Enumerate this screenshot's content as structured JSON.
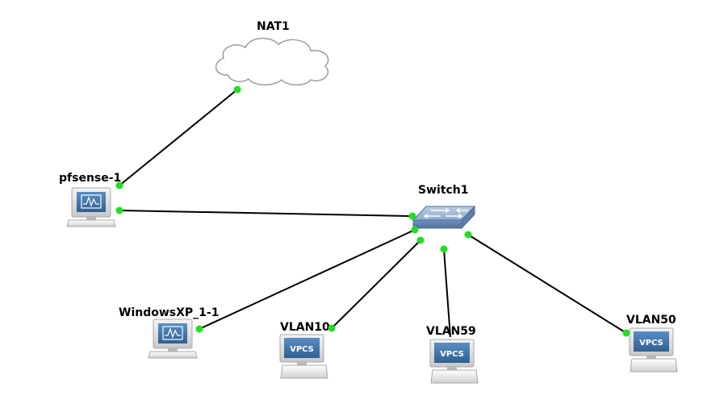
{
  "diagram": {
    "nodes": [
      {
        "id": "nat1",
        "label": "NAT1",
        "type": "cloud",
        "icon": "cloud-icon"
      },
      {
        "id": "pfsense",
        "label": "pfsense-1",
        "type": "qemu-host",
        "icon": "computer-icon"
      },
      {
        "id": "switch1",
        "label": "Switch1",
        "type": "ethernet-switch",
        "icon": "switch-icon"
      },
      {
        "id": "winxp",
        "label": "WindowsXP_1-1",
        "type": "qemu-host",
        "icon": "computer-icon"
      },
      {
        "id": "vlan10",
        "label": "VLAN10",
        "type": "vpcs",
        "icon": "vpcs-icon",
        "badge": "VPCS"
      },
      {
        "id": "vlan59",
        "label": "VLAN59",
        "type": "vpcs",
        "icon": "vpcs-icon",
        "badge": "VPCS"
      },
      {
        "id": "vlan50",
        "label": "VLAN50",
        "type": "vpcs",
        "icon": "vpcs-icon",
        "badge": "VPCS"
      }
    ],
    "links": [
      {
        "from": "nat1",
        "to": "pfsense"
      },
      {
        "from": "pfsense",
        "to": "switch1"
      },
      {
        "from": "switch1",
        "to": "winxp"
      },
      {
        "from": "switch1",
        "to": "vlan10"
      },
      {
        "from": "switch1",
        "to": "vlan59"
      },
      {
        "from": "switch1",
        "to": "vlan50"
      }
    ],
    "colors": {
      "port_up": "#22dd22",
      "link": "#000000",
      "screen": "#3f73a8",
      "monitor_frame": "#d4d4d4",
      "switch_body": "#7a9cc4",
      "cloud_outline": "#9aa3ab"
    }
  }
}
